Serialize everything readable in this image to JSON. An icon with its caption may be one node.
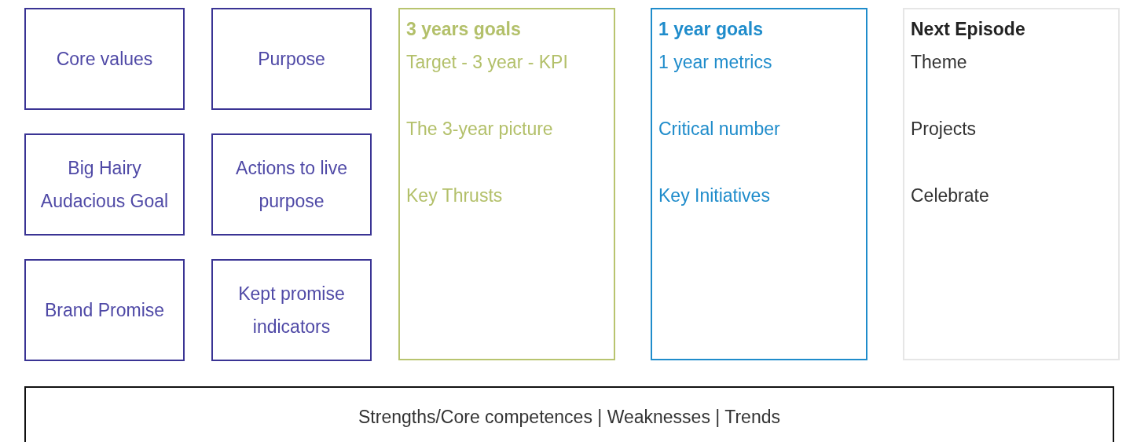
{
  "diagram": {
    "nodes": [
      {
        "text": [
          "Core values"
        ]
      },
      {
        "text": [
          "Purpose"
        ]
      },
      {
        "text": [
          "Big Hairy Audacious Goal"
        ]
      },
      {
        "text": [
          "Actions to live purpose"
        ]
      },
      {
        "text": [
          "Brand Promise"
        ]
      },
      {
        "text": [
          "Kept promise indicators"
        ]
      },
      {
        "text": [
          "3 years goals",
          "Target - 3 year - KPI",
          "The 3-year picture",
          "Key Thrusts"
        ]
      },
      {
        "text": [
          "1 year goals",
          "1 year metrics",
          "Critical number",
          "Key Initiatives"
        ]
      },
      {
        "text": [
          "Next Episode",
          "Theme",
          "Projects",
          "Celebrate"
        ]
      },
      {
        "text": [
          "Strengths/Core competences | Weaknesses | Trends"
        ]
      }
    ]
  }
}
